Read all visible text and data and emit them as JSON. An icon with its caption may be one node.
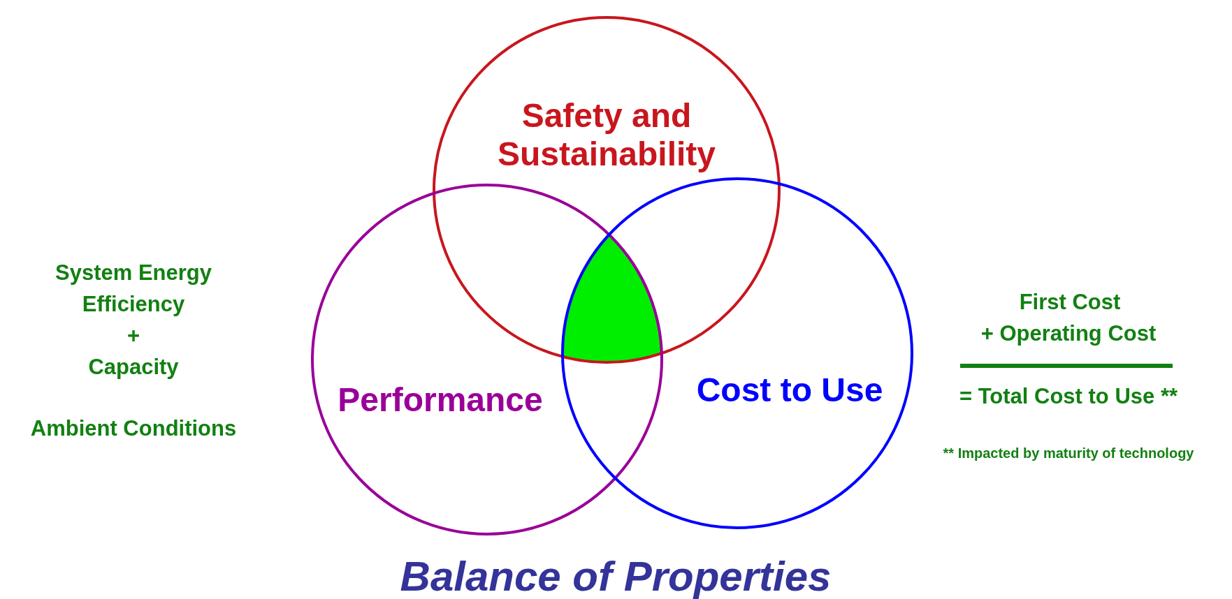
{
  "diagram": {
    "title": "Balance of Properties",
    "nodes": [
      {
        "text": [
          "Safety and Sustainability"
        ]
      },
      {
        "text": [
          "Performance"
        ]
      },
      {
        "text": [
          "Cost to Use"
        ]
      },
      {
        "text": [],
        "shape": "triangle"
      }
    ],
    "edges": [],
    "labels": [
      "System Energy Efficiency",
      "+",
      "Capacity",
      "Ambient Conditions",
      "First Cost",
      "+ Operating Cost",
      "= Total Cost to Use **",
      "** Impacted by maturity of technology"
    ]
  }
}
